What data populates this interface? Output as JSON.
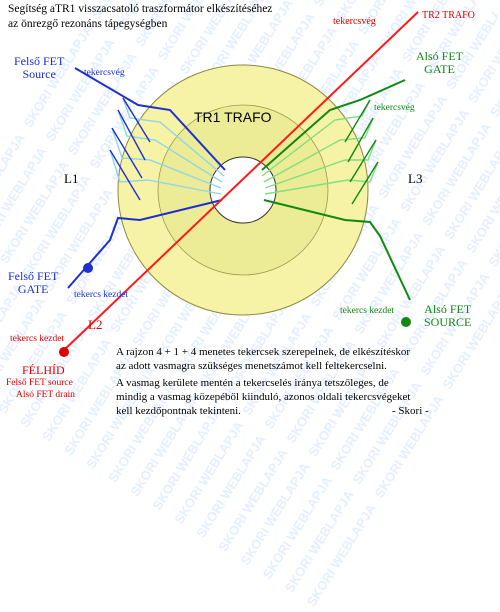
{
  "caption": {
    "line1": "Segítség aTR1 visszacsatoló traszformátor elkészítéséhez",
    "line2": "az önrezgő rezonáns tápegységben"
  },
  "watermark": "SKORI WEBLAPJA",
  "core_label": "TR1 TRAFO",
  "tr2_label": "TR2 TRAFO",
  "labels": {
    "winding_end_top_red": "tekercsvég",
    "upper_fet_source": "Felső FET\nSource",
    "winding_end_blue": "tekercsvég",
    "lower_fet_gate": "Alsó FET\nGATE",
    "winding_end_green": "tekercsvég",
    "l1": "L1",
    "l3": "L3",
    "upper_fet_gate": "Felső FET\nGATE",
    "winding_start_blue": "tekercs kezdet",
    "winding_start_green": "tekercs kezdet",
    "lower_fet_source": "Alsó FET\nSOURCE",
    "l2": "L2",
    "winding_start_red": "tekercs kezdet",
    "half_bridge": "FÉLHÍD",
    "half_bridge_sub1": "Felső FET source",
    "half_bridge_sub2": "Alsó FET drain"
  },
  "notes": {
    "p1_line1": "A rajzon 4 + 1 + 4 menetes tekercsek szerepelnek, de elkészítéskor",
    "p1_line2": "az adott vasmagra szükséges  menetszámot kell felteker­cselni.",
    "p2_line1": "A vasmag kerülete mentén a tekercselés iránya tetszőleges, de",
    "p2_line2": "mindig a vasmag közepéből kiinduló, azonos oldali tekercsvégeket",
    "p2_line3": "kell kezdőpontnak tekinteni.",
    "author": "- Skori -"
  },
  "colors": {
    "core_fill": "#f6f3a6",
    "core_inner": "#eceb96",
    "blue": "#1e2fd0",
    "light_blue": "#8fd6e8",
    "green": "#118811",
    "light_green": "#7fe07f",
    "red": "#ff1a1a",
    "dot_blue": "#1e2fd0",
    "dot_green": "#118811",
    "dot_red": "#e00000"
  }
}
